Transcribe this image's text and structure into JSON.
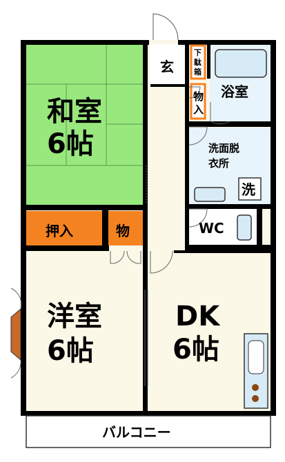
{
  "rooms": {
    "washitsu": {
      "name": "和室",
      "size": "6帖",
      "color": "#99e87e"
    },
    "yoshitsu": {
      "name": "洋室",
      "size": "6帖",
      "color": "#fbf8e8"
    },
    "dk": {
      "name": "DK",
      "size": "6帖",
      "color": "#fbf8e8"
    },
    "bath": {
      "name": "浴室",
      "color": "#e8f4fb"
    },
    "washroom": {
      "name": "洗面脱衣所",
      "line1": "洗面脱",
      "line2": "衣所",
      "color": "#e8f4fb"
    },
    "wc": {
      "name": "WC"
    },
    "entrance": {
      "name": "玄"
    },
    "shoebox": {
      "name": "下駄箱",
      "line1": "下",
      "line2": "駄",
      "line3": "箱"
    },
    "storage_small": {
      "name": "物入",
      "line1": "物",
      "line2": "入"
    },
    "oshiire": {
      "name": "押入",
      "color": "#f58220"
    },
    "mono": {
      "name": "物",
      "color": "#f58220"
    },
    "washer": {
      "name": "洗"
    },
    "balcony": {
      "name": "バルコニー"
    }
  },
  "colors": {
    "wall": "#000000",
    "floor": "#fbf8e8",
    "tatami": "#99e87e",
    "closet": "#f58220",
    "water_area": "#e8f4fb",
    "bay_window": "#c76a2a"
  }
}
